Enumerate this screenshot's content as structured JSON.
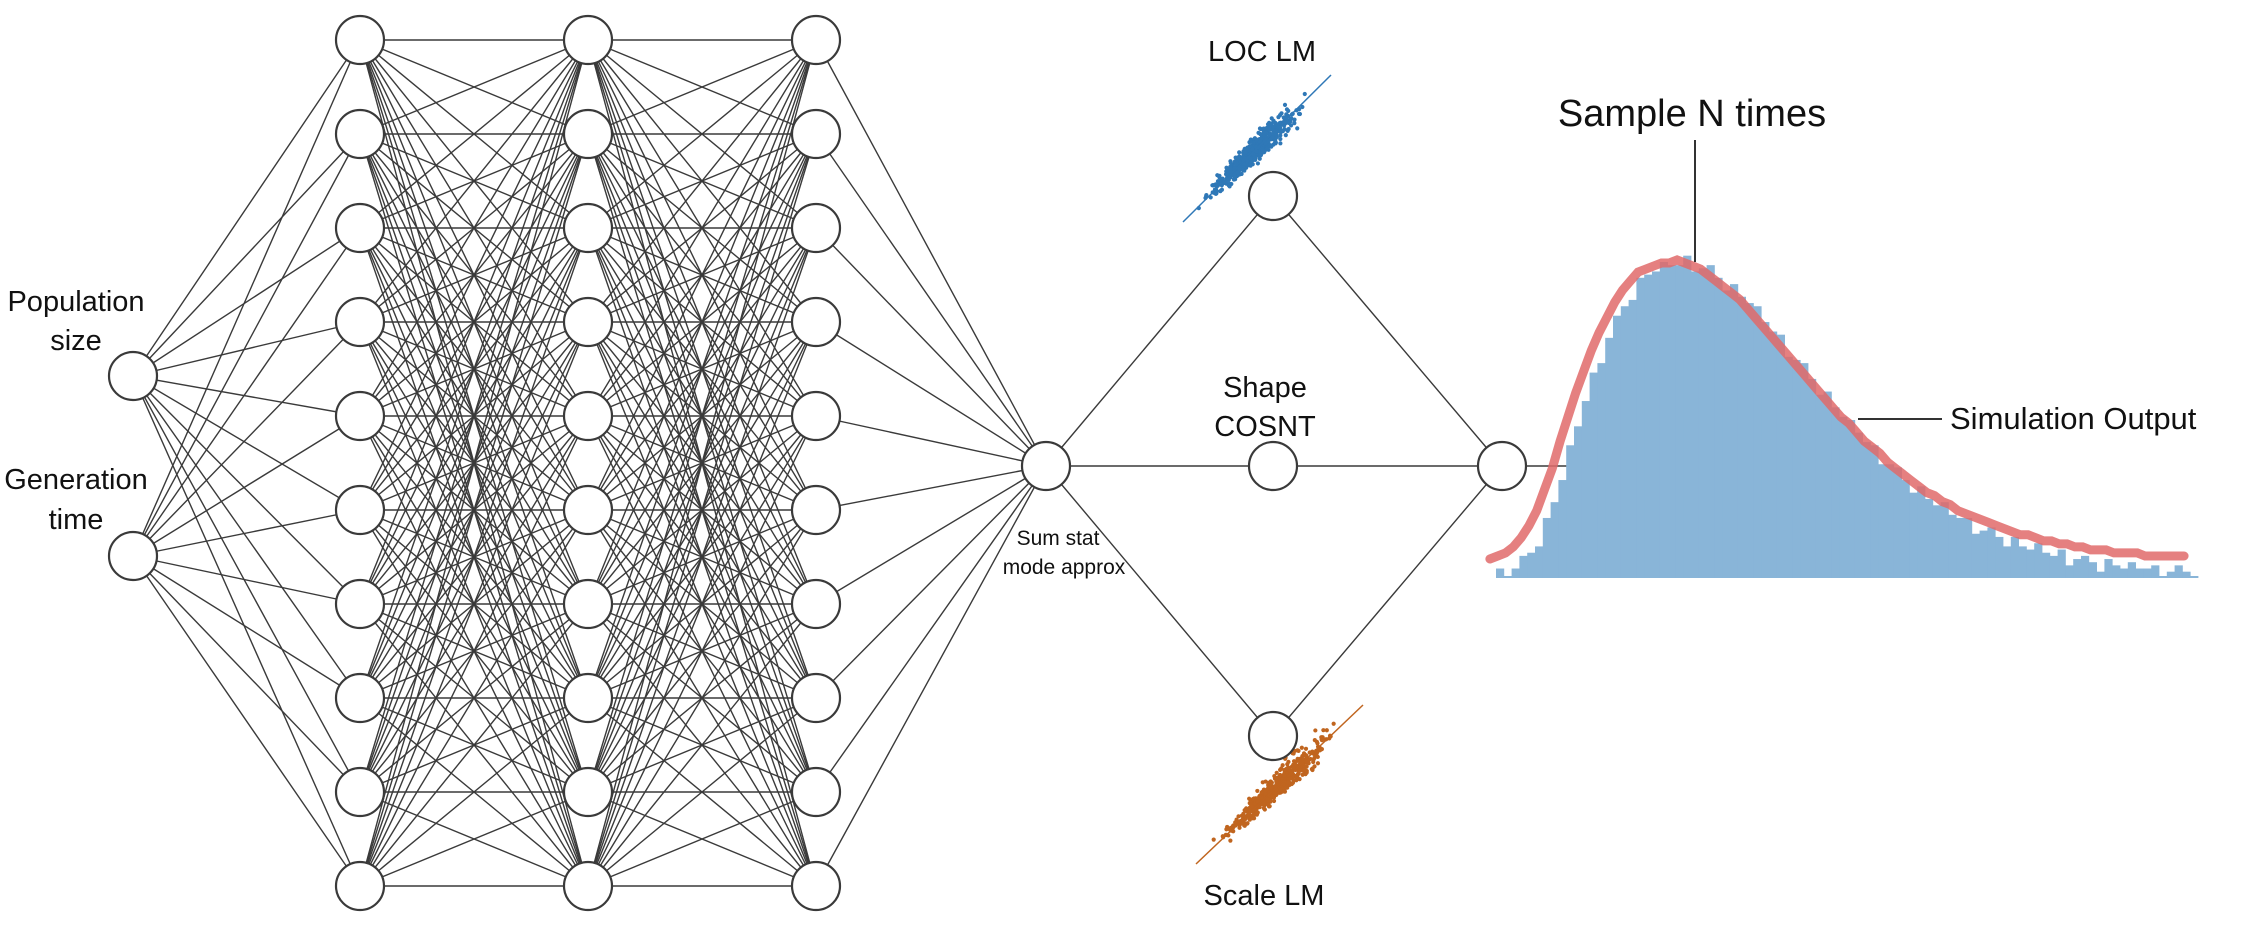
{
  "labels": {
    "population_line1": "Population",
    "population_line2": "size",
    "generation_line1": "Generation",
    "generation_line2": "time",
    "sumstat_line1": "Sum stat",
    "sumstat_line2": "mode approx",
    "loc": "LOC LM",
    "shape_line1": "Shape",
    "shape_line2": "COSNT",
    "scale": "Scale LM",
    "sample": "Sample N times",
    "simulation": "Simulation Output"
  },
  "network": {
    "input_nodes": [
      "Population size",
      "Generation time"
    ],
    "hidden_layers": 3,
    "nodes_per_hidden_layer": 10,
    "summary_node": "Sum stat mode approx",
    "parameter_nodes": [
      "LOC LM",
      "Shape COSNT",
      "Scale LM"
    ]
  },
  "colors": {
    "loc_scatter": "#2f78b7",
    "scale_scatter": "#c0651f",
    "histogram": "#89b5d8",
    "density_curve": "#e06a6a",
    "edges": "#3a3a3a"
  },
  "distribution": {
    "type": "right-skewed histogram with fitted density curve",
    "histogram_relative_heights": [
      0.01,
      0.02,
      0.03,
      0.05,
      0.08,
      0.12,
      0.17,
      0.24,
      0.31,
      0.4,
      0.48,
      0.56,
      0.63,
      0.7,
      0.76,
      0.81,
      0.86,
      0.9,
      0.93,
      0.96,
      0.97,
      0.98,
      0.99,
      0.99,
      1.0,
      0.99,
      0.98,
      0.97,
      0.95,
      0.93,
      0.91,
      0.89,
      0.87,
      0.84,
      0.81,
      0.78,
      0.75,
      0.72,
      0.69,
      0.66,
      0.63,
      0.6,
      0.57,
      0.54,
      0.51,
      0.48,
      0.46,
      0.43,
      0.4,
      0.38,
      0.36,
      0.33,
      0.31,
      0.29,
      0.27,
      0.25,
      0.23,
      0.22,
      0.2,
      0.19,
      0.17,
      0.16,
      0.15,
      0.14,
      0.13,
      0.12,
      0.11,
      0.1,
      0.09,
      0.09,
      0.08,
      0.07,
      0.07,
      0.06,
      0.06,
      0.05,
      0.05,
      0.04,
      0.04,
      0.04,
      0.03,
      0.03,
      0.03,
      0.03,
      0.02,
      0.02,
      0.02,
      0.02,
      0.02,
      0.02
    ]
  }
}
